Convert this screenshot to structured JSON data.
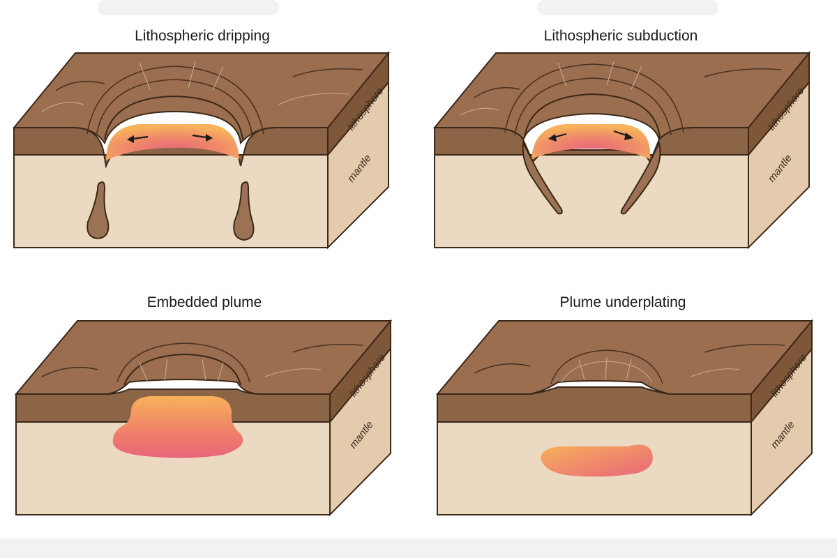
{
  "panels": [
    {
      "title": "Lithospheric dripping",
      "layer_top": "lithosphere",
      "layer_bottom": "mantle"
    },
    {
      "title": "Lithospheric subduction",
      "layer_top": "lithosphere",
      "layer_bottom": "mantle"
    },
    {
      "title": "Embedded plume",
      "layer_top": "lithosphere",
      "layer_bottom": "mantle"
    },
    {
      "title": "Plume underplating",
      "layer_top": "lithosphere",
      "layer_bottom": "mantle"
    }
  ],
  "colors": {
    "lithosphere": "#8c6446",
    "mantle": "#ecd9c1",
    "plume_hot": "#e8747a",
    "plume_warm": "#f7b25a"
  }
}
